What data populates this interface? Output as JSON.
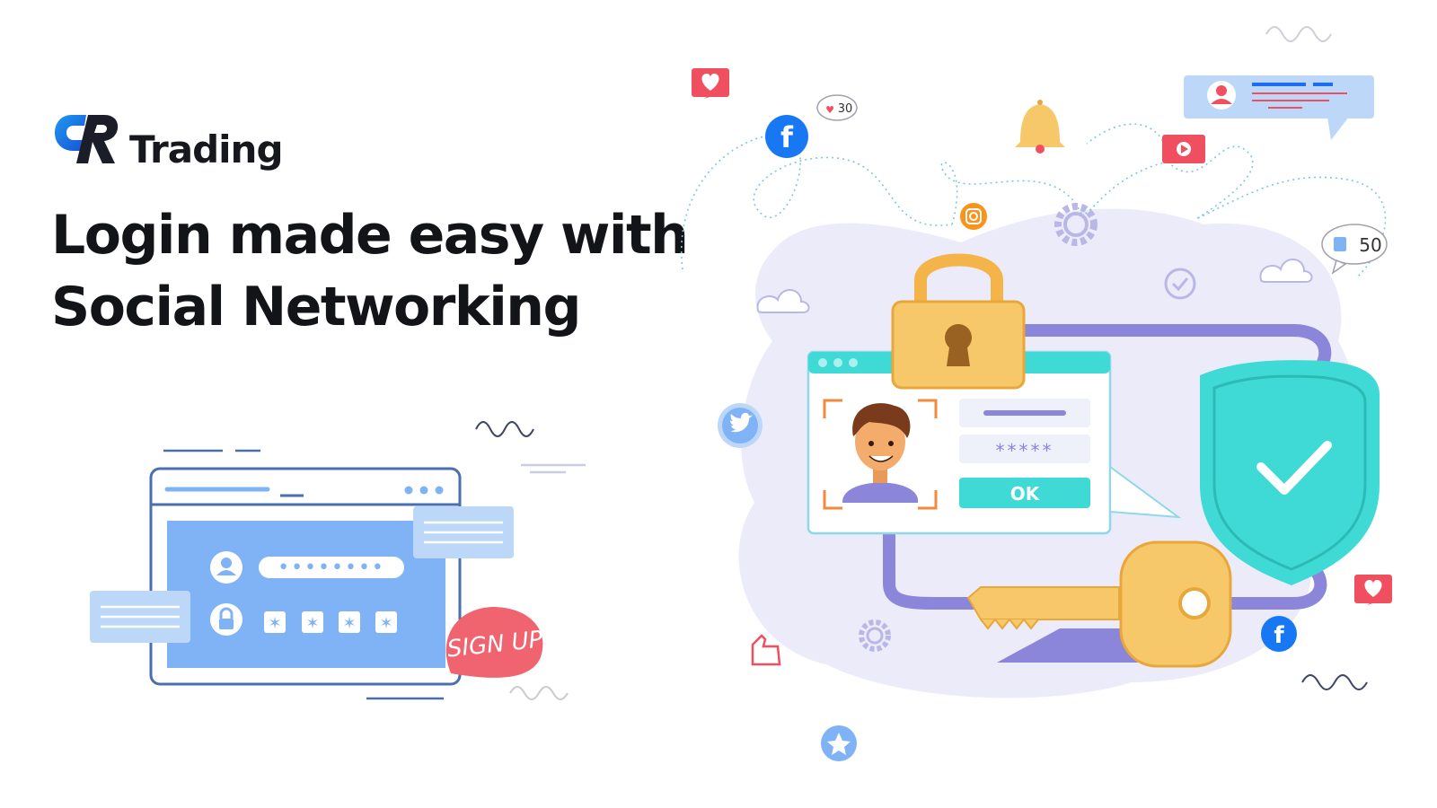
{
  "brand": {
    "logo_mark": "GR",
    "name": "Trading",
    "accent_color": "#1e6cf0",
    "dark_color": "#1b1e28"
  },
  "headline": {
    "line1": "Login made easy with",
    "line2": "Social Networking"
  },
  "left_illustration": {
    "signup_label": "SIGN UP",
    "username_mask": "••••••••",
    "password_mask": "✶ ✶ ✶ ✶"
  },
  "right_illustration": {
    "password_mask": "*****",
    "ok_label": "OK",
    "likes_count": "30",
    "thumbs_count": "50",
    "icons": [
      "facebook-icon",
      "twitter-icon",
      "instagram-icon",
      "bell-icon",
      "youtube-icon",
      "heart-icon",
      "star-icon",
      "gear-icon",
      "lock-icon",
      "key-icon",
      "shield-check-icon",
      "thumbs-up-icon",
      "cloud-icon"
    ]
  },
  "colors": {
    "blue": "#7fb3f5",
    "teal": "#3fdad5",
    "orange": "#f7c86a",
    "red": "#f04f5f",
    "lavender": "#ecebfa",
    "purple": "#8b86d9",
    "facebook": "#1877f2"
  }
}
